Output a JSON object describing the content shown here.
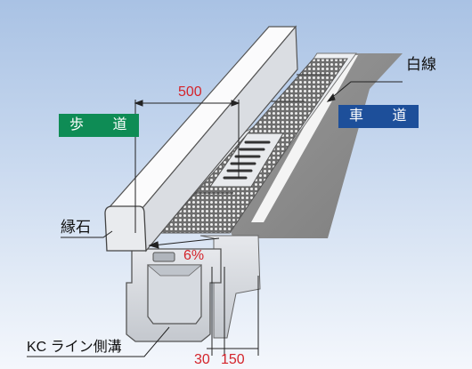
{
  "labels": {
    "sidewalk": "歩 道",
    "roadway": "車 道",
    "white_line": "白線",
    "curb": "縁石",
    "gutter": "KC ライン側溝",
    "slope": "6%"
  },
  "dimensions": {
    "width_500": "500",
    "dim_30": "30",
    "dim_150": "150"
  },
  "colors": {
    "sidewalk_badge": "#0e8c55",
    "roadway_badge": "#1d4f9a",
    "dimension_text": "#d4242b"
  }
}
